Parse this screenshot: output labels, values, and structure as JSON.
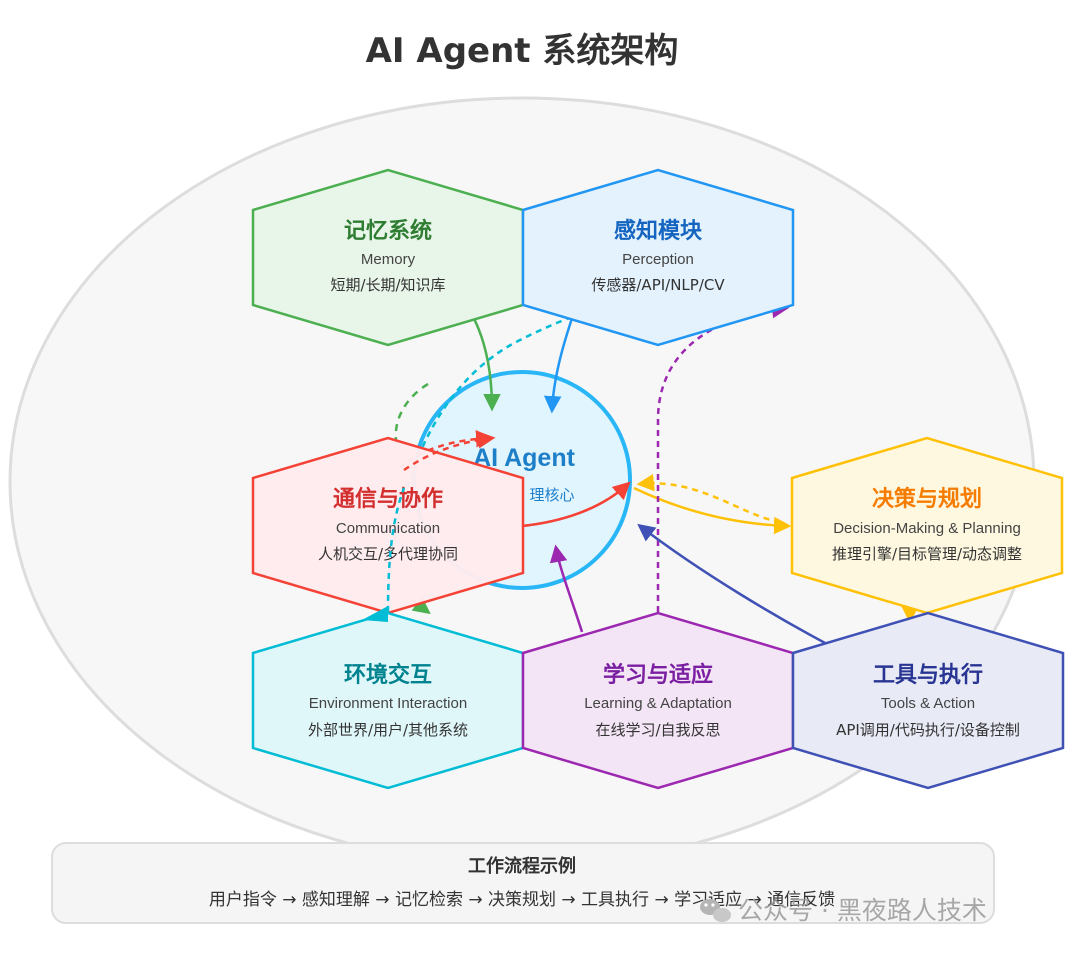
{
  "title": "AI Agent 系统架构",
  "core": {
    "title": "AI Agent",
    "subtitle": "理核心"
  },
  "modules": [
    {
      "key": "memory",
      "title": "记忆系统",
      "subtitle": "Memory",
      "desc": "短期/长期/知识库",
      "color": "#4caf50",
      "fill": "#e8f5e9",
      "text_color": "#2e7d32"
    },
    {
      "key": "perception",
      "title": "感知模块",
      "subtitle": "Perception",
      "desc": "传感器/API/NLP/CV",
      "color": "#2196f3",
      "fill": "#e3f2fd",
      "text_color": "#1565c0"
    },
    {
      "key": "communication",
      "title": "通信与协作",
      "subtitle": "Communication",
      "desc": "人机交互/多代理协同",
      "color": "#f44336",
      "fill": "#ffebee",
      "text_color": "#d32f2f"
    },
    {
      "key": "decision",
      "title": "决策与规划",
      "subtitle": "Decision-Making & Planning",
      "desc": "推理引擎/目标管理/动态调整",
      "color": "#ffc107",
      "fill": "#fff8e1",
      "text_color": "#f57c00"
    },
    {
      "key": "environment",
      "title": "环境交互",
      "subtitle": "Environment Interaction",
      "desc": "外部世界/用户/其他系统",
      "color": "#00bcd4",
      "fill": "#e0f7fa",
      "text_color": "#00838f"
    },
    {
      "key": "learning",
      "title": "学习与适应",
      "subtitle": "Learning & Adaptation",
      "desc": "在线学习/自我反思",
      "color": "#9c27b0",
      "fill": "#f3e5f5",
      "text_color": "#7b1fa2"
    },
    {
      "key": "tools",
      "title": "工具与执行",
      "subtitle": "Tools & Action",
      "desc": "API调用/代码执行/设备控制",
      "color": "#3f51b5",
      "fill": "#e8eaf6",
      "text_color": "#283593"
    }
  ],
  "workflow": {
    "title": "工作流程示例",
    "steps": "用户指令 → 感知理解 → 记忆检索 → 决策规划 → 工具执行 → 学习适应 → 通信反馈"
  },
  "watermark": "公众号 · 黑夜路人技术",
  "colors": {
    "background": "#ffffff",
    "ellipse_fill": "#f7f7f7",
    "ellipse_stroke": "#dddddd",
    "core_fill": "#e1f5fe",
    "core_stroke": "#29b6f6",
    "workflow_fill": "#f5f5f5",
    "workflow_stroke": "#dddddd"
  }
}
